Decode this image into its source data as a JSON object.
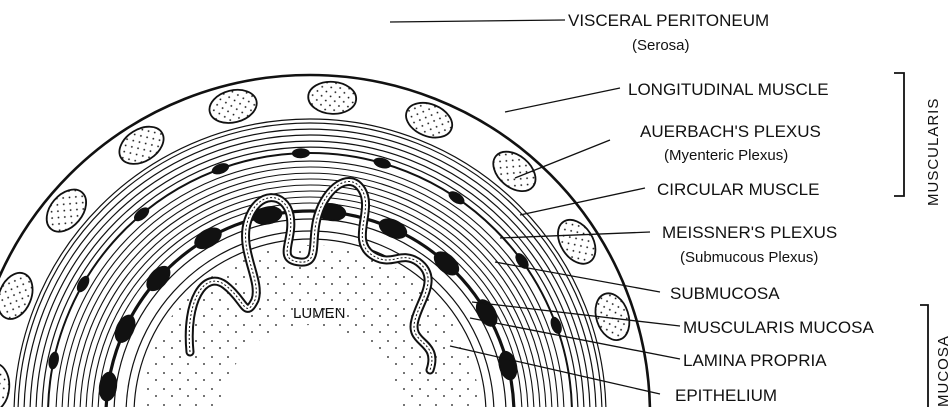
{
  "labels": {
    "visceral_peritoneum": "VISCERAL PERITONEUM",
    "serosa": "(Serosa)",
    "longitudinal_muscle": "LONGITUDINAL MUSCLE",
    "auerbachs_plexus": "AUERBACH'S PLEXUS",
    "myenteric_plexus": "(Myenteric Plexus)",
    "circular_muscle": "CIRCULAR MUSCLE",
    "meissners_plexus": "MEISSNER'S PLEXUS",
    "submucous_plexus": "(Submucous Plexus)",
    "submucosa": "SUBMUCOSA",
    "muscularis_mucosa": "MUSCULARIS MUCOSA",
    "lamina_propria": "LAMINA PROPRIA",
    "epithelium": "EPITHELIUM",
    "lumen": "LUMEN"
  },
  "groups": {
    "muscularis": "MUSCULARIS",
    "mucosa": "MUCOSA"
  },
  "colors": {
    "ink": "#111111",
    "paper": "#ffffff"
  }
}
